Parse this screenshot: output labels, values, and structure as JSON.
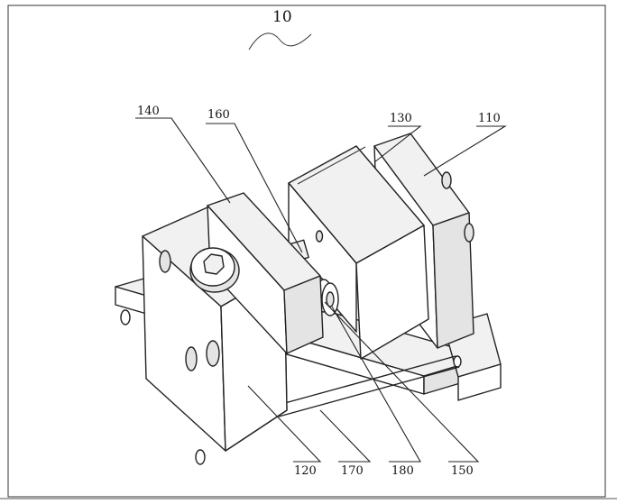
{
  "figure": {
    "number": "10",
    "labels": {
      "l110": "110",
      "l120": "120",
      "l130": "130",
      "l140": "140",
      "l150": "150",
      "l160": "160",
      "l170": "170",
      "l180": "180"
    }
  }
}
